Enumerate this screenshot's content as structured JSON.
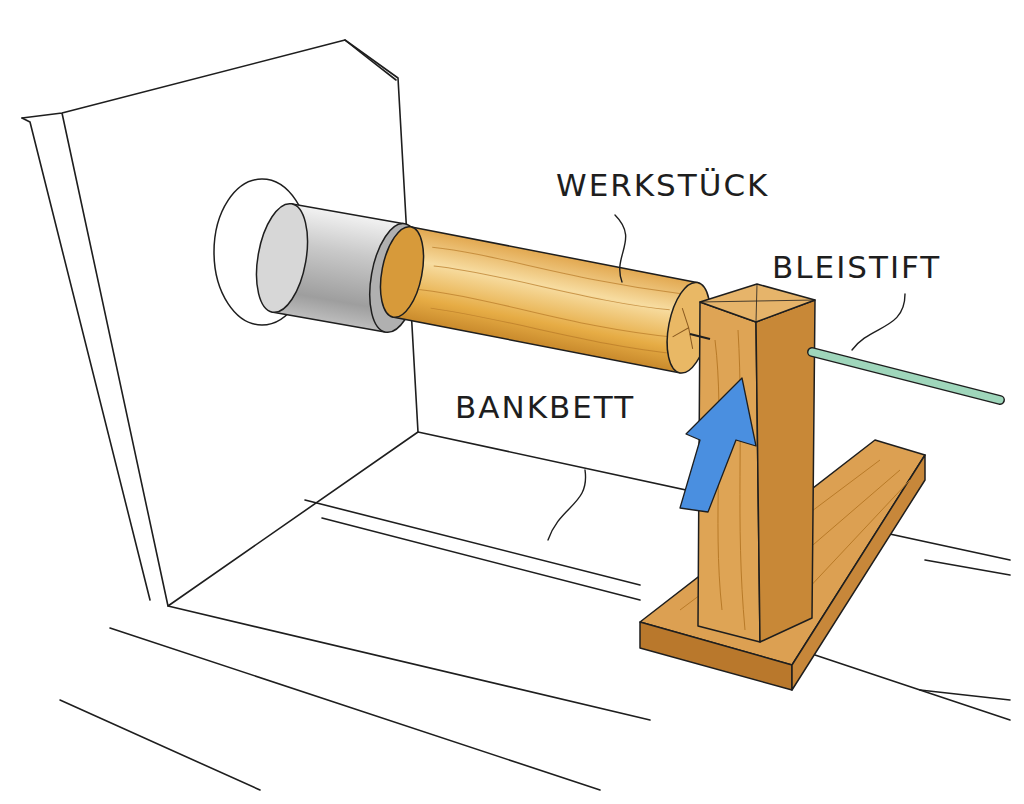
{
  "diagram": {
    "labels": [
      "WERKSTÜCK",
      "BLEISTIFT",
      "BANKBETT"
    ]
  }
}
